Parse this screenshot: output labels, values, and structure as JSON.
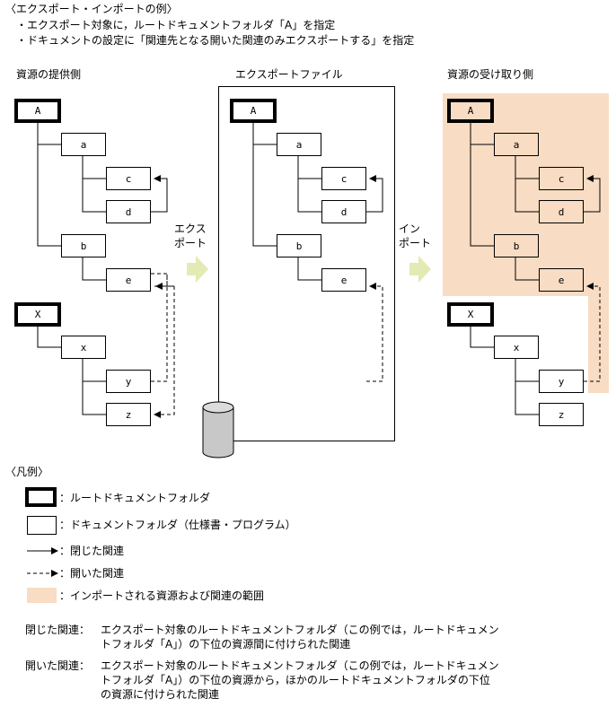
{
  "header": {
    "title": "〈エクスポート・インポートの例〉",
    "bullet1": "・エクスポート対象に，ルートドキュメントフォルダ「A」を指定",
    "bullet2": "・ドキュメントの設定に「関連先となる開いた関連のみエクスポートする」を指定"
  },
  "columns": {
    "provider": "資源の提供側",
    "export_file": "エクスポートファイル",
    "receiver": "資源の受け取り側"
  },
  "arrows": {
    "export_line1": "エクス",
    "export_line2": "ポート",
    "import_line1": "イン",
    "import_line2": "ポート"
  },
  "nodes": {
    "A": "A",
    "a": "a",
    "c": "c",
    "d": "d",
    "b": "b",
    "e": "e",
    "X": "X",
    "x": "x",
    "y": "y",
    "z": "z"
  },
  "legend": {
    "title": "〈凡例〉",
    "root_folder": "：ルートドキュメントフォルダ",
    "doc_folder": "：ドキュメントフォルダ（仕様書・プログラム）",
    "closed": "：閉じた関連",
    "open": "：開いた関連",
    "imported": "：インポートされる資源および関連の範囲"
  },
  "notes": {
    "closed_label": "閉じた関連：",
    "closed_line1": "エクスポート対象のルートドキュメントフォルダ（この例では，ルートドキュメン",
    "closed_line2": "トフォルダ「A」）の下位の資源間に付けられた関連",
    "open_label": "開いた関連：",
    "open_line1": "エクスポート対象のルートドキュメントフォルダ（この例では，ルートドキュメン",
    "open_line2": "トフォルダ「A」）の下位の資源から，ほかのルートドキュメントフォルダの下位",
    "open_line3": "の資源に付けられた関連"
  },
  "colors": {
    "import_range": "#f8dcc3",
    "arrow_fill": "#e4eab4",
    "line": "#000000",
    "cylinder": "#c8c8c8"
  }
}
